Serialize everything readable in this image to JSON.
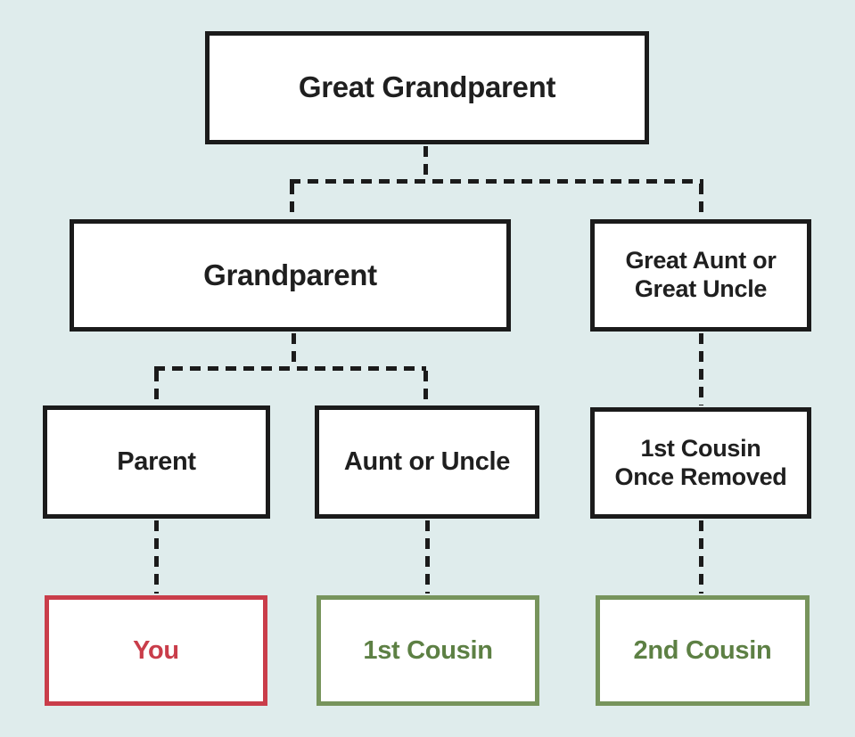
{
  "diagram": {
    "type": "family-tree-cousin-chart",
    "colors": {
      "background_color": "#dfecec",
      "node_border": "#1b1b1b",
      "node_fill": "#ffffff",
      "node_text": "#1f1f1f",
      "you_accent": "#c93d4a",
      "cousin_border": "#77945c",
      "cousin_text": "#5d8044",
      "line_color": "#1b1b1b"
    },
    "nodes": [
      {
        "id": "great-grandparent",
        "label": "Great Grandparent",
        "variant": "default"
      },
      {
        "id": "grandparent",
        "label": "Grandparent",
        "variant": "default"
      },
      {
        "id": "great-aunt-uncle",
        "label": "Great Aunt or\nGreat Uncle",
        "variant": "default"
      },
      {
        "id": "parent",
        "label": "Parent",
        "variant": "default"
      },
      {
        "id": "aunt-uncle",
        "label": "Aunt or Uncle",
        "variant": "default"
      },
      {
        "id": "first-cousin-once-removed",
        "label": "1st Cousin\nOnce Removed",
        "variant": "default"
      },
      {
        "id": "you",
        "label": "You",
        "variant": "you"
      },
      {
        "id": "first-cousin",
        "label": "1st Cousin",
        "variant": "cousin"
      },
      {
        "id": "second-cousin",
        "label": "2nd Cousin",
        "variant": "cousin"
      }
    ],
    "edges": [
      {
        "from": "great-grandparent",
        "to": "grandparent",
        "style": "dashed"
      },
      {
        "from": "great-grandparent",
        "to": "great-aunt-uncle",
        "style": "dashed"
      },
      {
        "from": "grandparent",
        "to": "parent",
        "style": "dashed"
      },
      {
        "from": "grandparent",
        "to": "aunt-uncle",
        "style": "dashed"
      },
      {
        "from": "great-aunt-uncle",
        "to": "first-cousin-once-removed",
        "style": "dashed"
      },
      {
        "from": "parent",
        "to": "you",
        "style": "dashed"
      },
      {
        "from": "aunt-uncle",
        "to": "first-cousin",
        "style": "dashed"
      },
      {
        "from": "first-cousin-once-removed",
        "to": "second-cousin",
        "style": "dashed"
      }
    ]
  }
}
